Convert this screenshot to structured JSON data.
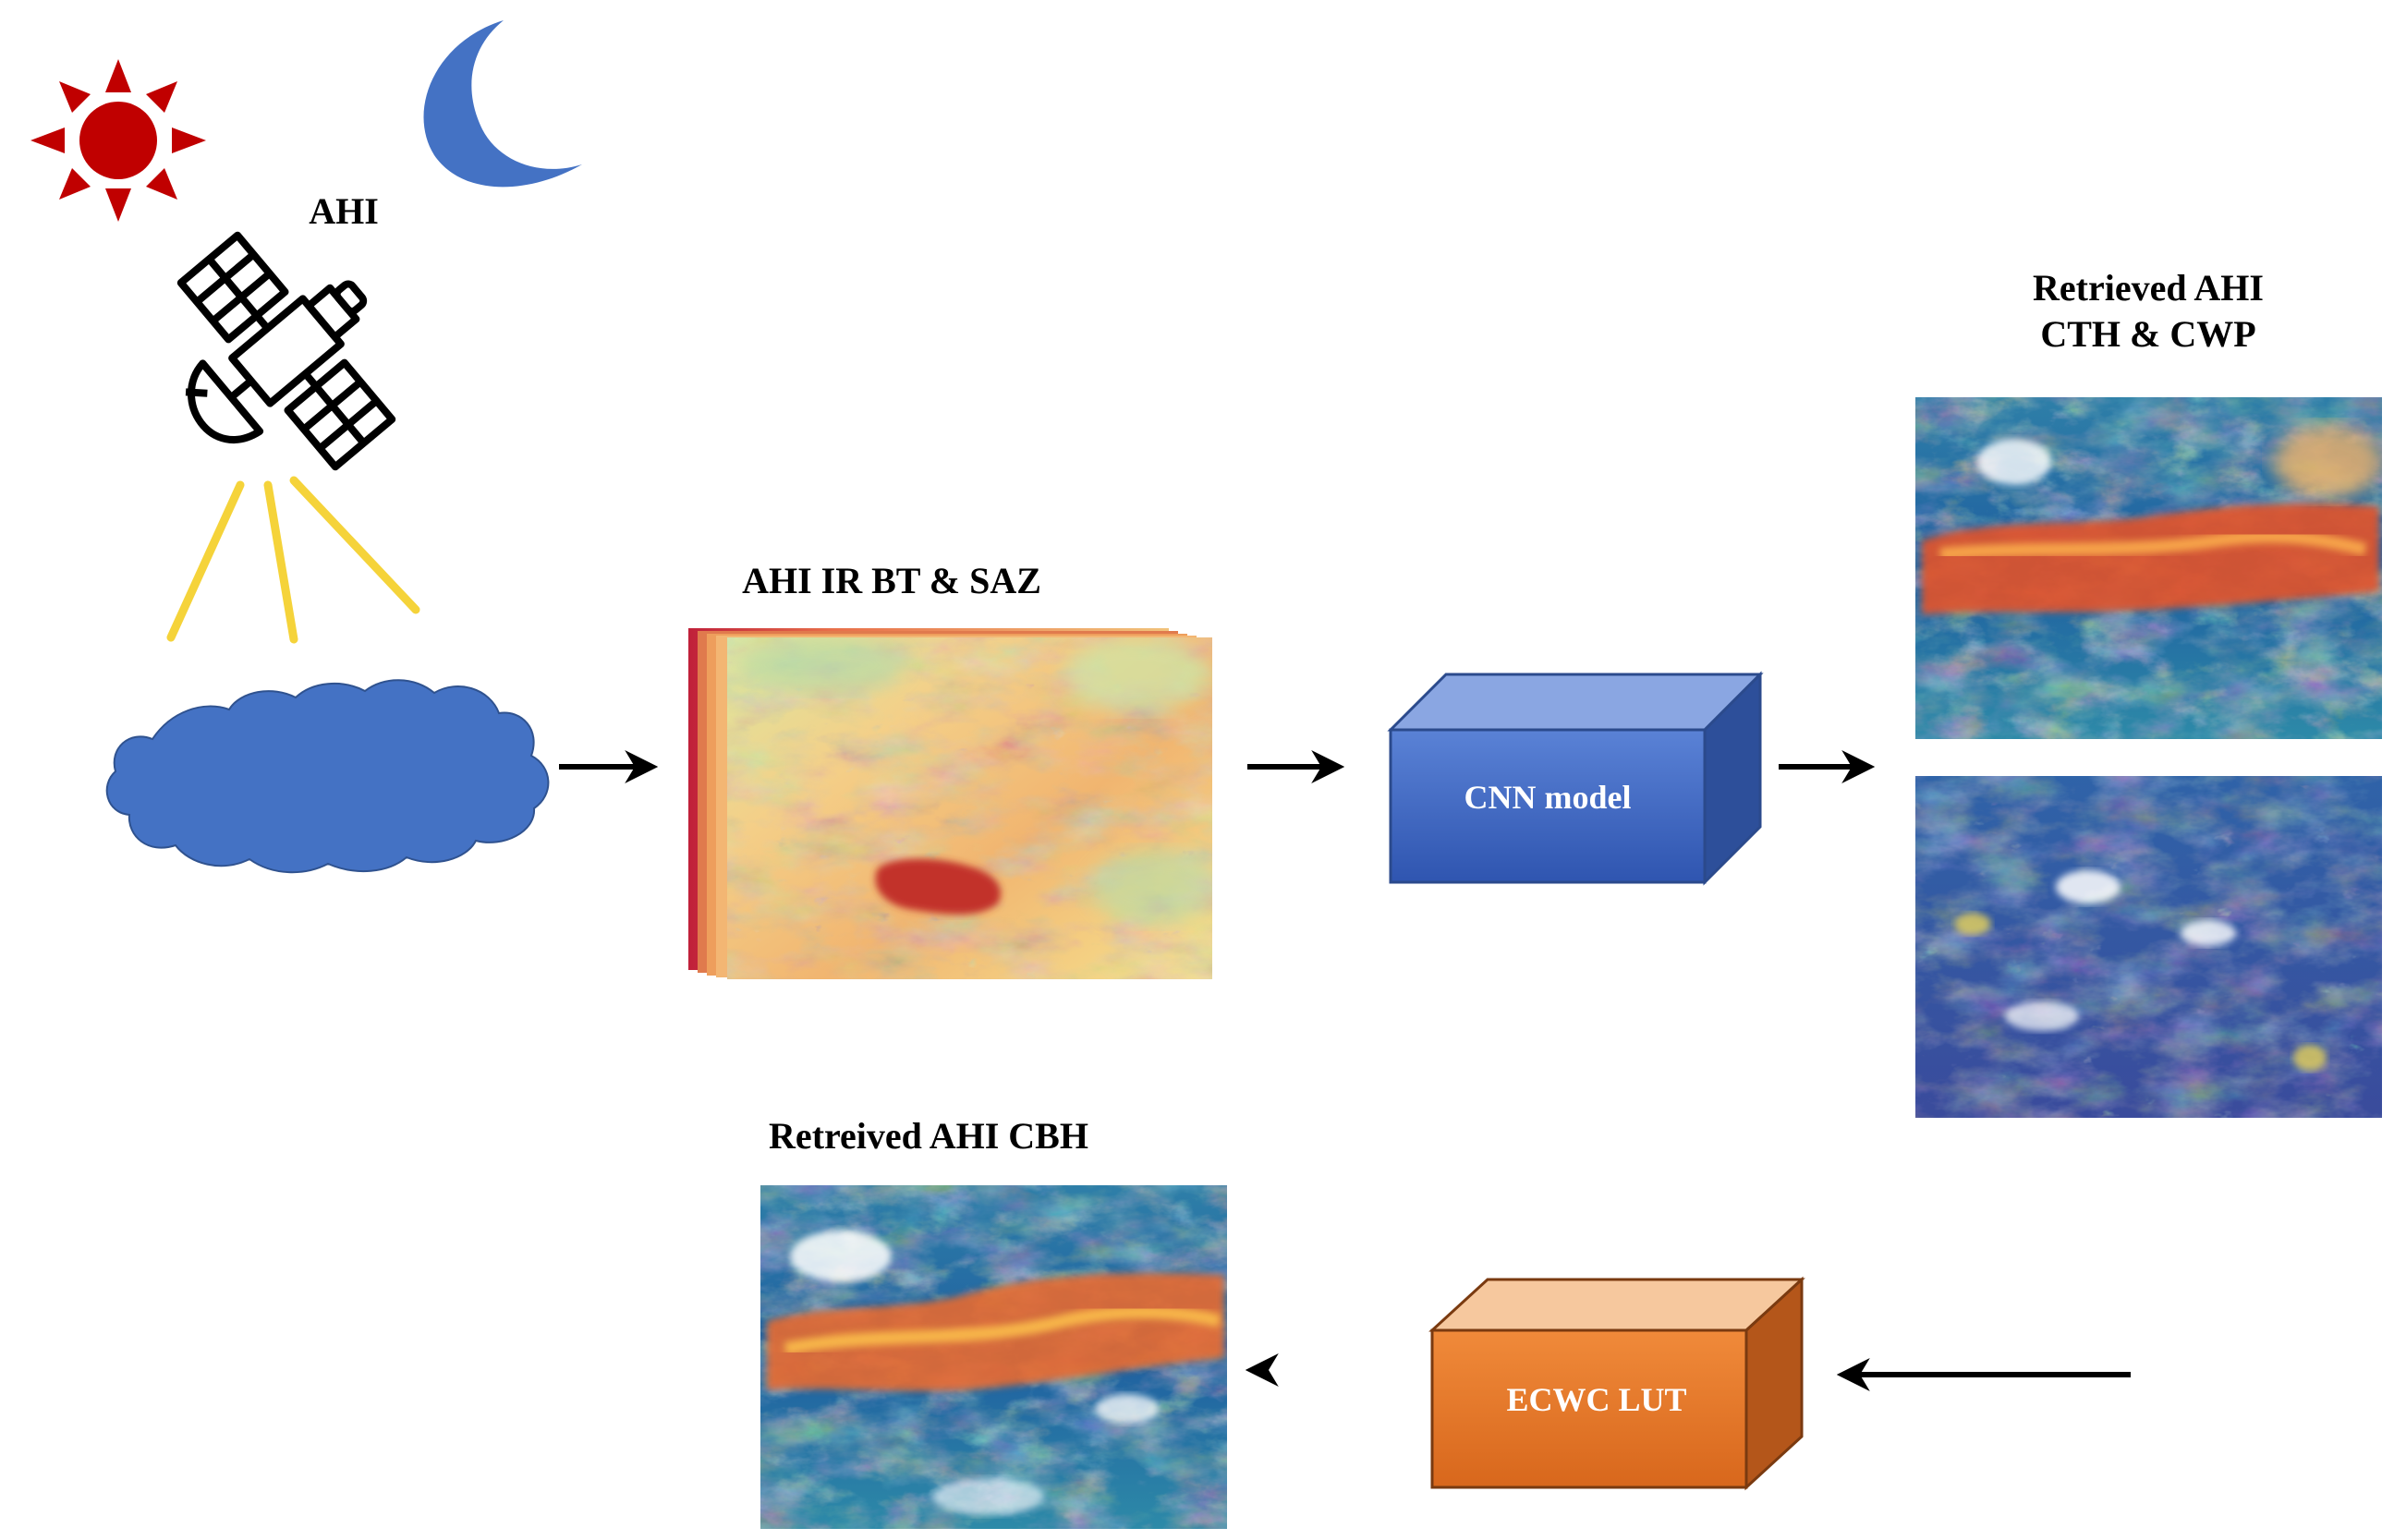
{
  "labels": {
    "satellite": "AHI",
    "input_stack": "AHI IR BT & SAZ",
    "cnn_box": "CNN model",
    "retrieved_line1": "Retrieved AHI",
    "retrieved_line2": "CTH & CWP",
    "lut_box": "ECWC LUT",
    "cbh_output": "Retreived AHI CBH"
  },
  "colors": {
    "sun": "#c00000",
    "moon": "#4472c4",
    "cloud": "#4472c4",
    "rays": "#f5d33a",
    "cnn_front": "#3f66c6",
    "cnn_top": "#7f9fe0",
    "cnn_side": "#2d4f9a",
    "lut_front": "#e8782a",
    "lut_top": "#f6c89e",
    "lut_side": "#b4561a",
    "arrow": "#000000"
  },
  "icons": [
    "sun-icon",
    "moon-icon",
    "satellite-icon",
    "cloud-icon"
  ]
}
